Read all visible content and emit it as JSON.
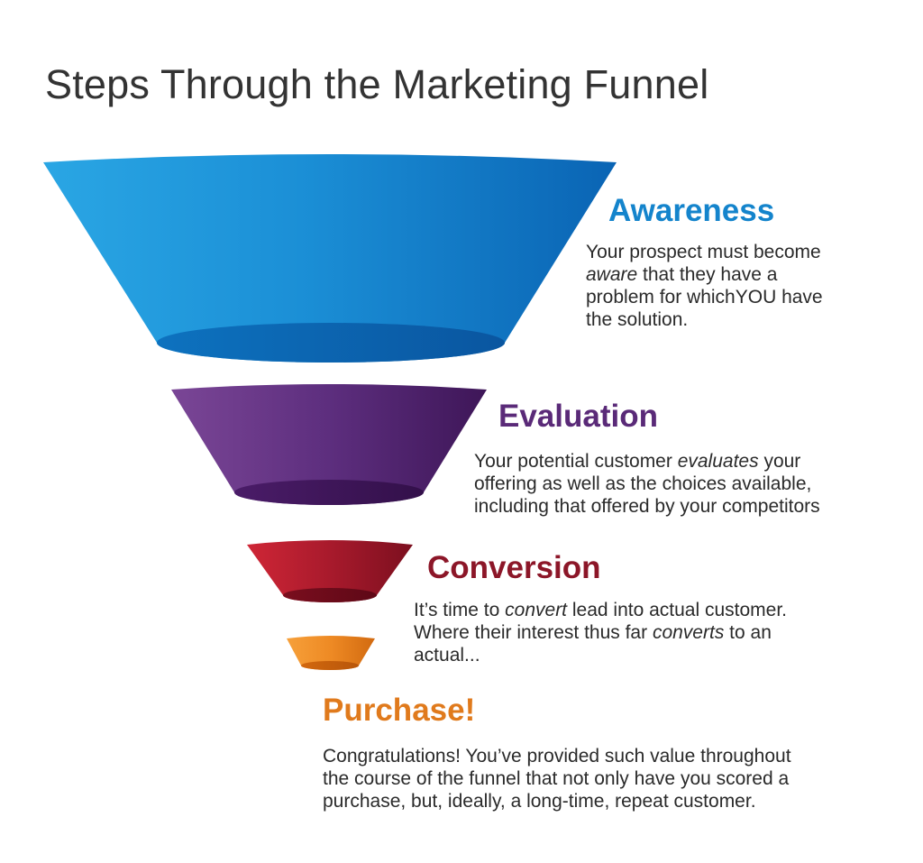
{
  "title": "Steps Through the Marketing Funnel",
  "colors": {
    "awareness": "#1484cc",
    "evaluation": "#5a2a78",
    "conversion": "#8c1628",
    "purchase": "#e07a1c"
  },
  "stages": [
    {
      "name": "Awareness",
      "lines": [
        [
          "Your prospect must become"
        ],
        [
          {
            "em": "aware"
          },
          " that they have a"
        ],
        [
          "problem for whichYOU have"
        ],
        [
          "the solution."
        ]
      ]
    },
    {
      "name": "Evaluation",
      "lines": [
        [
          "Your potential customer ",
          {
            "em": "evaluates"
          },
          " your"
        ],
        [
          "offering as well as the choices available,"
        ],
        [
          "including that offered by your competitors"
        ]
      ]
    },
    {
      "name": "Conversion",
      "lines": [
        [
          "It’s time to ",
          {
            "em": "convert"
          },
          " lead into actual customer."
        ],
        [
          "Where their interest thus far ",
          {
            "em": "converts"
          },
          " to an"
        ],
        [
          "actual..."
        ]
      ]
    },
    {
      "name": "Purchase!",
      "lines": [
        [
          "Congratulations!  You’ve provided such value throughout"
        ],
        [
          "the course of the funnel that not only have you scored a"
        ],
        [
          "purchase, but, ideally, a long-time, repeat customer."
        ]
      ]
    }
  ]
}
